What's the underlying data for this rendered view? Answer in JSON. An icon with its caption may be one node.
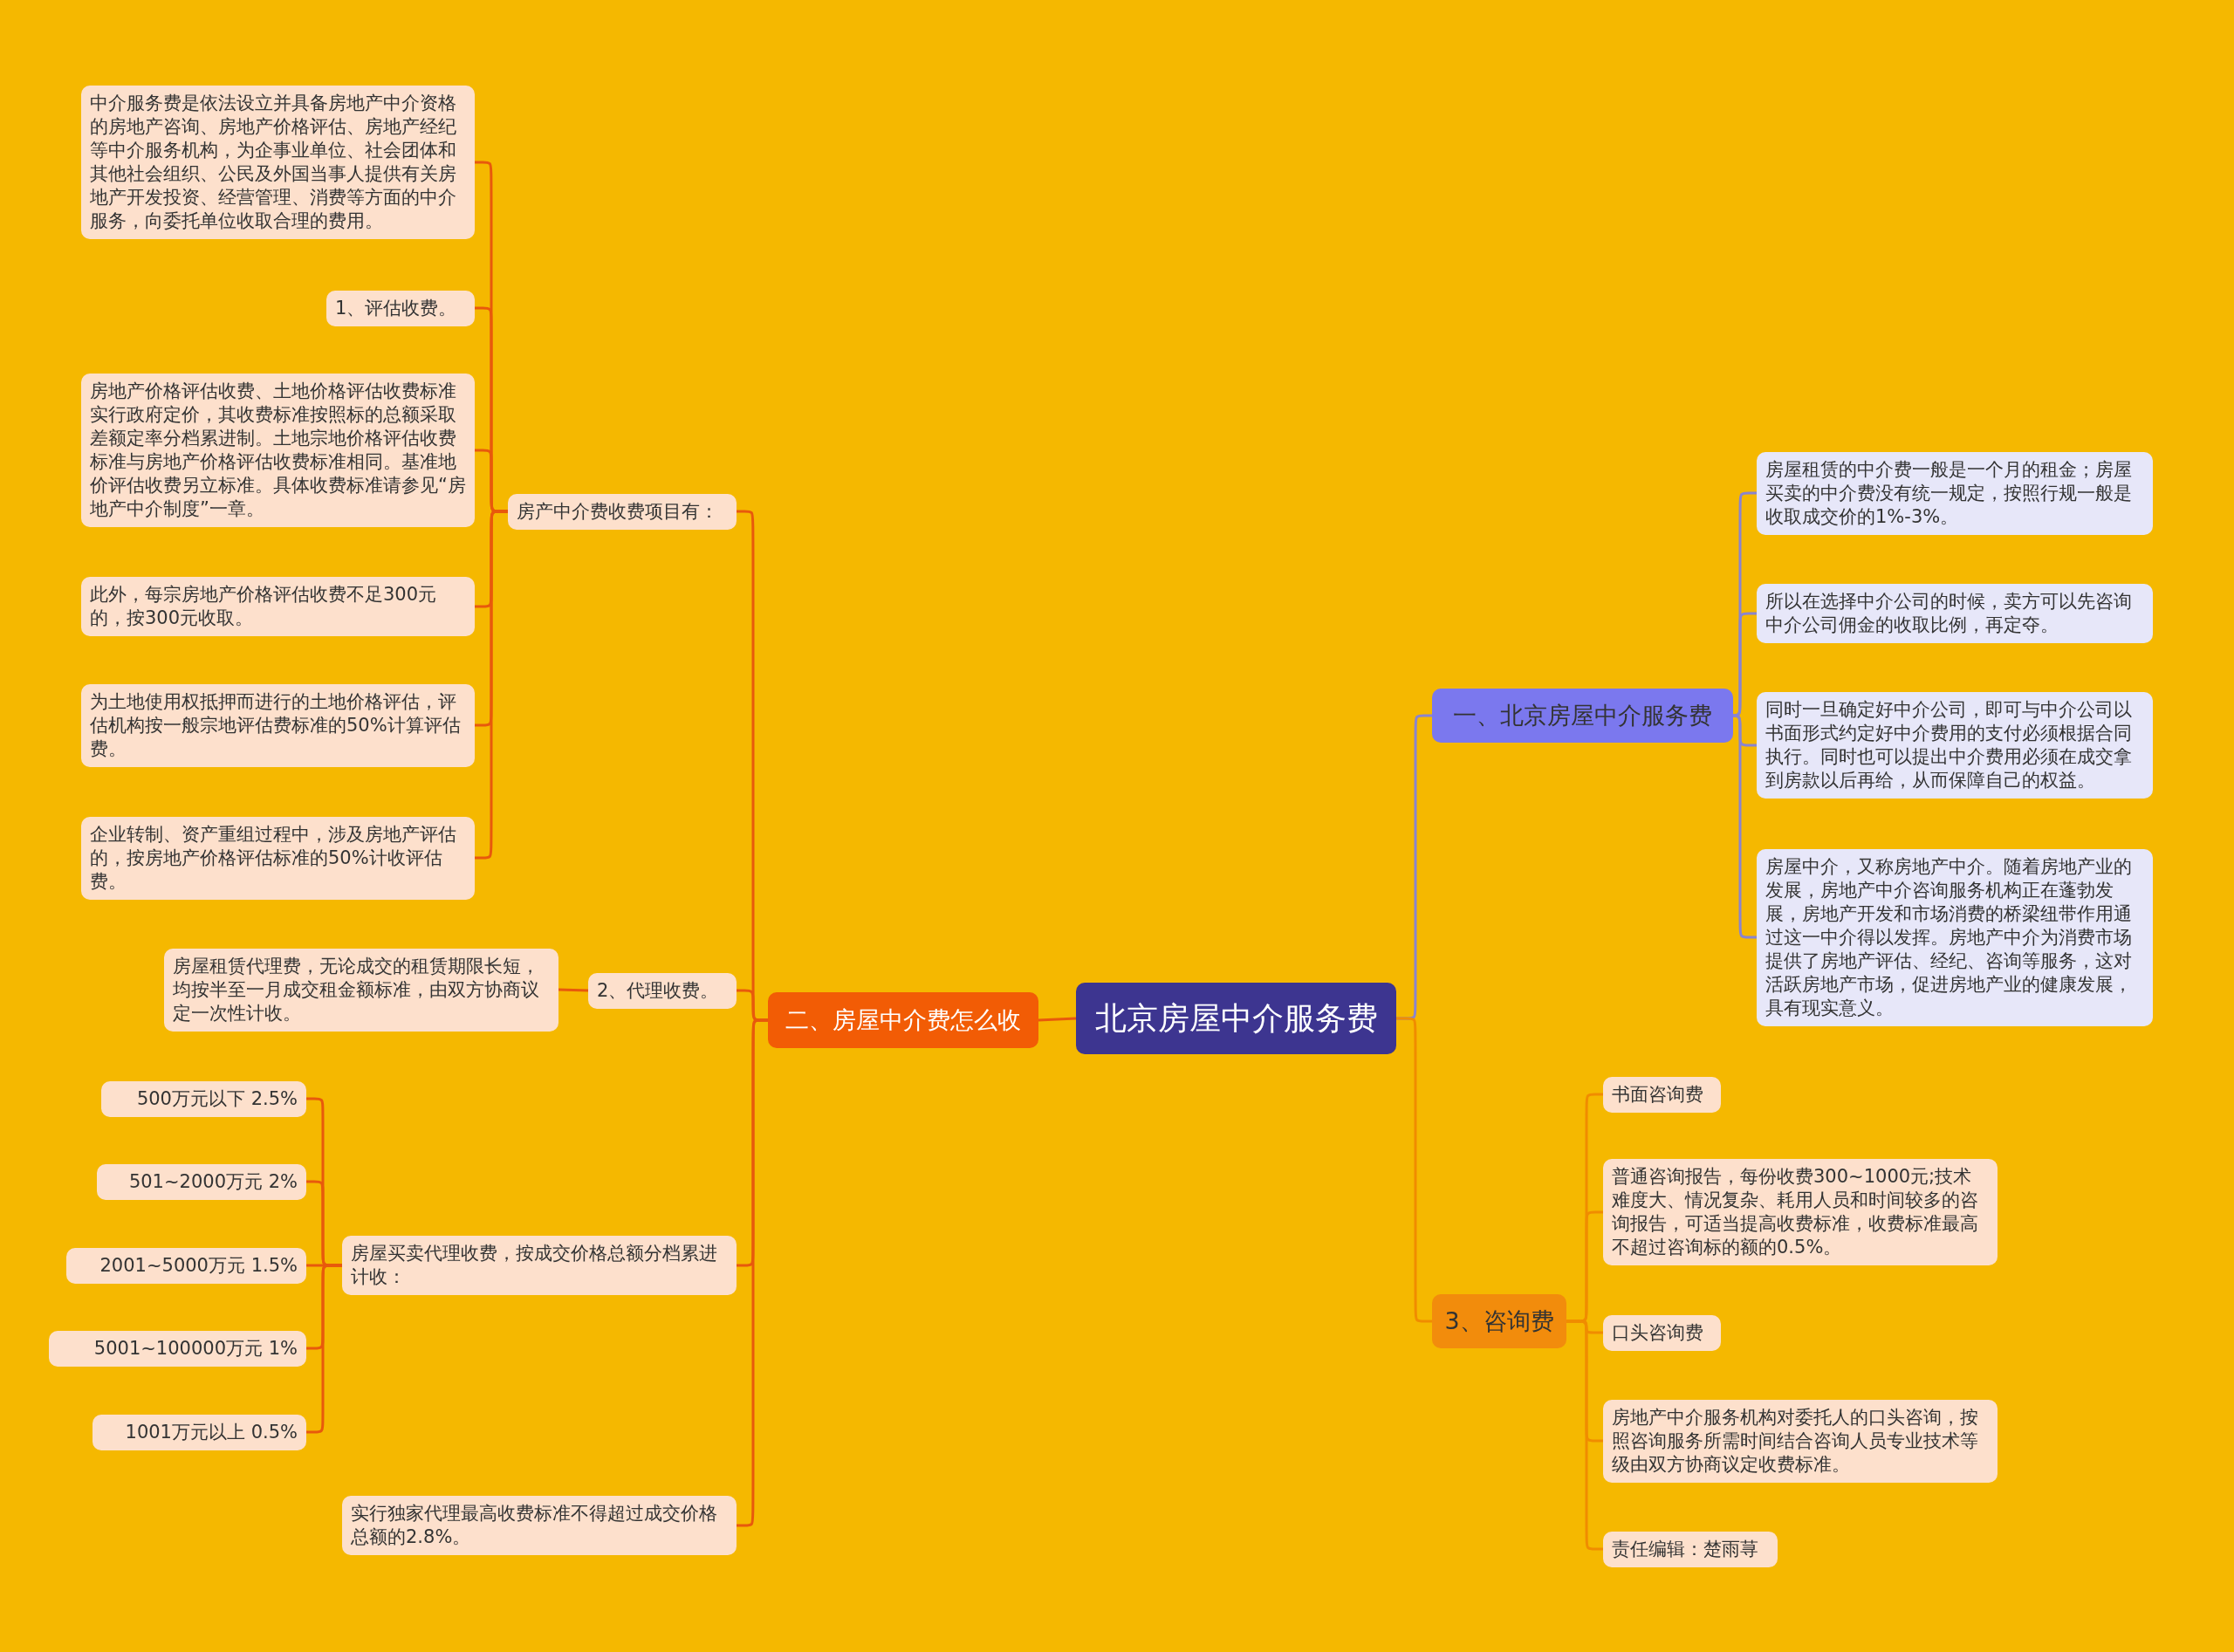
{
  "diagram": {
    "nodes": [
      {
        "text": [
          "北京房屋中介服务费"
        ]
      },
      {
        "text": [
          "二、房屋中介费怎么收"
        ]
      },
      {
        "text": [
          "房产中介费收费项目有："
        ]
      },
      {
        "text": [
          "中介服务费是依法设立并具备房地产中介资格的房地产咨询、房地产价格评估、房地产经纪等中介服务机构，为企事业单位、社会团体和其他社会组织、公民及外国当事人提供有关房地产开发投资、经营管理、消费等方面的中介服务，向委托单位收取合理的费用。"
        ]
      },
      {
        "text": [
          "1、评估收费。"
        ]
      },
      {
        "text": [
          "房地产价格评估收费、土地价格评估收费标准实行政府定价，其收费标准按照标的总额采取差额定率分档累进制。土地宗地价格评估收费标准与房地产价格评估收费标准相同。基准地价评估收费另立标准。具体收费标准请参见“房地产中介制度”一章。"
        ]
      },
      {
        "text": [
          "此外，每宗房地产价格评估收费不足300元的，按300元收取。"
        ]
      },
      {
        "text": [
          "为土地使用权抵押而进行的土地价格评估，评估机构按一般宗地评估费标准的50%计算评估费。"
        ]
      },
      {
        "text": [
          "企业转制、资产重组过程中，涉及房地产评估的，按房地产价格评估标准的50%计收评估费。"
        ]
      },
      {
        "text": [
          "2、代理收费。"
        ]
      },
      {
        "text": [
          "房屋租赁代理费，无论成交的租赁期限长短，均按半至一月成交租金额标准，由双方协商议定一次性计收。"
        ]
      },
      {
        "text": [
          "房屋买卖代理收费，按成交价格总额分档累进计收："
        ]
      },
      {
        "text": [
          "500万元以下 2.5%"
        ]
      },
      {
        "text": [
          "501~2000万元 2%"
        ]
      },
      {
        "text": [
          "2001~5000万元 1.5%"
        ]
      },
      {
        "text": [
          "5001~100000万元 1%"
        ]
      },
      {
        "text": [
          "1001万元以上 0.5%"
        ]
      },
      {
        "text": [
          "实行独家代理最高收费标准不得超过成交价格总额的2.8%。"
        ]
      },
      {
        "text": [
          "一、北京房屋中介服务费"
        ]
      },
      {
        "text": [
          "房屋租赁的中介费一般是一个月的租金；房屋买卖的中介费没有统一规定，按照行规一般是收取成交价的1%-3%。"
        ]
      },
      {
        "text": [
          "所以在选择中介公司的时候，卖方可以先咨询中介公司佣金的收取比例，再定夺。"
        ]
      },
      {
        "text": [
          "同时一旦确定好中介公司，即可与中介公司以书面形式约定好中介费用的支付必须根据合同执行。同时也可以提出中介费用必须在成交拿到房款以后再给，从而保障自己的权益。"
        ]
      },
      {
        "text": [
          "房屋中介，又称房地产中介。随着房地产业的发展，房地产中介咨询服务机构正在蓬勃发展，房地产开发和市场消费的桥梁纽带作用通过这一中介得以发挥。房地产中介为消费市场提供了房地产评估、经纪、咨询等服务，这对活跃房地产市场，促进房地产业的健康发展，具有现实意义。"
        ]
      },
      {
        "text": [
          "3、咨询费"
        ]
      },
      {
        "text": [
          "书面咨询费"
        ]
      },
      {
        "text": [
          "普通咨询报告，每份收费300~1000元;技术难度大、情况复杂、耗用人员和时间较多的咨询报告，可适当提高收费标准，收费标准最高不超过咨询标的额的0.5%。"
        ]
      },
      {
        "text": [
          "口头咨询费"
        ]
      },
      {
        "text": [
          "房地产中介服务机构对委托人的口头咨询，按照咨询服务所需时间结合咨询人员专业技术等级由双方协商议定收费标准。"
        ]
      },
      {
        "text": [
          "责任编辑：楚雨荨"
        ]
      }
    ],
    "edges": [
      {
        "from": 0,
        "to": 1,
        "arrow": "none"
      },
      {
        "from": 1,
        "to": 2,
        "arrow": "none"
      },
      {
        "from": 2,
        "to": 3,
        "arrow": "none"
      },
      {
        "from": 2,
        "to": 4,
        "arrow": "none"
      },
      {
        "from": 2,
        "to": 5,
        "arrow": "none"
      },
      {
        "from": 2,
        "to": 6,
        "arrow": "none"
      },
      {
        "from": 2,
        "to": 7,
        "arrow": "none"
      },
      {
        "from": 2,
        "to": 8,
        "arrow": "none"
      },
      {
        "from": 1,
        "to": 9,
        "arrow": "none"
      },
      {
        "from": 9,
        "to": 10,
        "arrow": "none"
      },
      {
        "from": 1,
        "to": 11,
        "arrow": "none"
      },
      {
        "from": 11,
        "to": 12,
        "arrow": "none"
      },
      {
        "from": 11,
        "to": 13,
        "arrow": "none"
      },
      {
        "from": 11,
        "to": 14,
        "arrow": "none"
      },
      {
        "from": 11,
        "to": 15,
        "arrow": "none"
      },
      {
        "from": 11,
        "to": 16,
        "arrow": "none"
      },
      {
        "from": 1,
        "to": 17,
        "arrow": "none"
      },
      {
        "from": 0,
        "to": 18,
        "arrow": "none",
        "color": "#8a84cf"
      },
      {
        "from": 18,
        "to": 19,
        "arrow": "none",
        "color": "#8a84cf"
      },
      {
        "from": 18,
        "to": 20,
        "arrow": "none",
        "color": "#8a84cf"
      },
      {
        "from": 18,
        "to": 21,
        "arrow": "none",
        "color": "#8a84cf"
      },
      {
        "from": 18,
        "to": 22,
        "arrow": "none",
        "color": "#8a84cf"
      },
      {
        "from": 0,
        "to": 23,
        "arrow": "none",
        "color": "#f08c00"
      },
      {
        "from": 23,
        "to": 24,
        "arrow": "none",
        "color": "#f08c00"
      },
      {
        "from": 23,
        "to": 25,
        "arrow": "none",
        "color": "#f08c00"
      },
      {
        "from": 23,
        "to": 26,
        "arrow": "none",
        "color": "#f08c00"
      },
      {
        "from": 23,
        "to": 27,
        "arrow": "none",
        "color": "#f08c00"
      },
      {
        "from": 23,
        "to": 28,
        "arrow": "none",
        "color": "#f08c00"
      }
    ]
  }
}
